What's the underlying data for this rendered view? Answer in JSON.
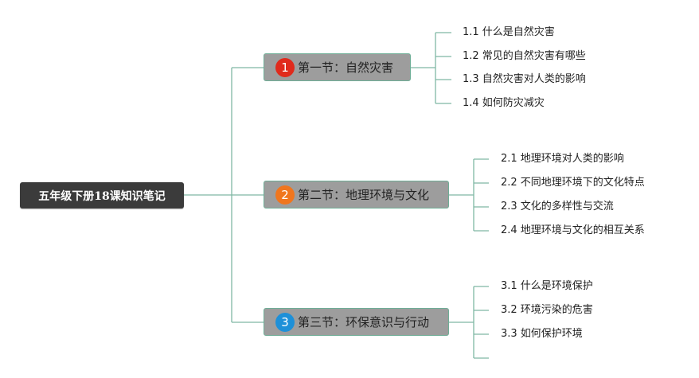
{
  "root": {
    "title": "五年级下册18课知识笔记"
  },
  "sections": [
    {
      "badge": "1",
      "badge_color": "#e02a1c",
      "title": "第一节：自然灾害",
      "items": [
        "1.1 什么是自然灾害",
        "1.2 常见的自然灾害有哪些",
        "1.3 自然灾害对人类的影响",
        "1.4 如何防灾减灾"
      ]
    },
    {
      "badge": "2",
      "badge_color": "#f0761e",
      "title": "第二节：地理环境与文化",
      "items": [
        "2.1 地理环境对人类的影响",
        "2.2 不同地理环境下的文化特点",
        "2.3 文化的多样性与交流",
        "2.4 地理环境与文化的相互关系"
      ]
    },
    {
      "badge": "3",
      "badge_color": "#1e90d8",
      "title": "第三节：环保意识与行动",
      "items": [
        "3.1 什么是环境保护",
        "3.2 环境污染的危害",
        "3.3 如何保护环境",
        ""
      ]
    }
  ],
  "colors": {
    "connector": "#7fb8a4",
    "root_bg": "#3b3b3b",
    "section_bg": "#9d9d9d"
  }
}
